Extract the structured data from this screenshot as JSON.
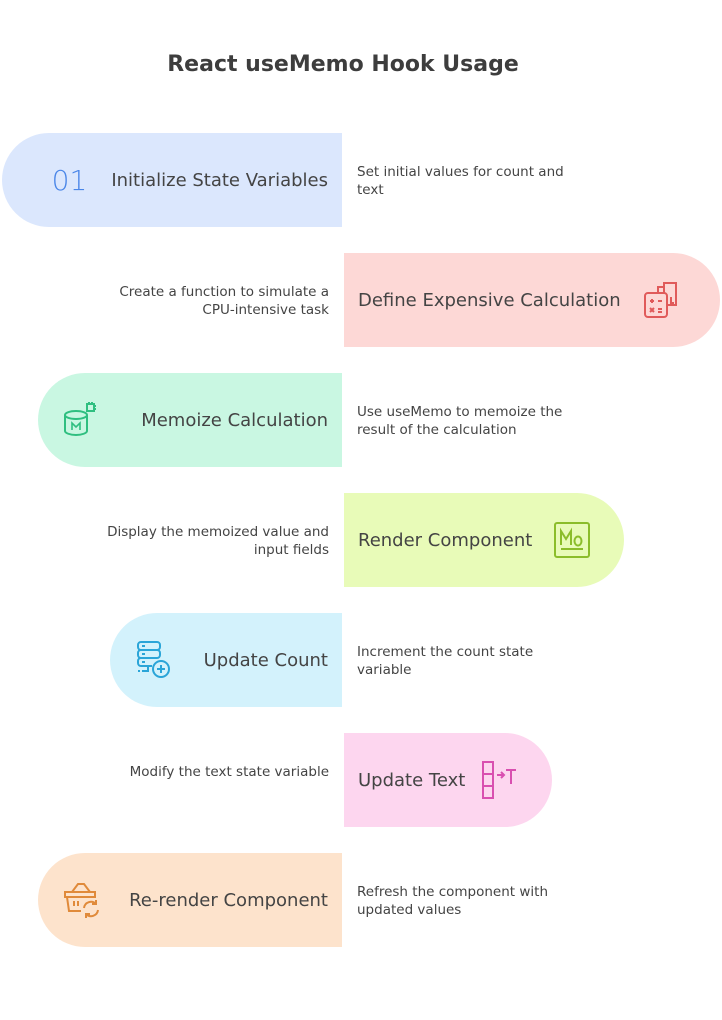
{
  "title": "React useMemo Hook Usage",
  "steps": [
    {
      "number": "01",
      "label": "Initialize State Variables",
      "description": "Set initial values for count and text",
      "icon": "number-01",
      "bg": "#dbe7fd",
      "accent": "#4a86e8"
    },
    {
      "label": "Define Expensive Calculation",
      "description": "Create a function to simulate a CPU-intensive task",
      "icon": "calculator-icon",
      "bg": "#fdd8d6",
      "accent": "#e05a5a"
    },
    {
      "label": "Memoize Calculation",
      "description": "Use useMemo to memoize the result of the calculation",
      "icon": "memory-chip-icon",
      "bg": "#c9f7e2",
      "accent": "#2fbf80"
    },
    {
      "label": "Render Component",
      "description": "Display the memoized value and input fields",
      "icon": "memo-display-icon",
      "bg": "#e8fbb8",
      "accent": "#8bbd2a"
    },
    {
      "label": "Update Count",
      "description": "Increment the count state variable",
      "icon": "database-add-icon",
      "bg": "#d3f2fc",
      "accent": "#2aa5d8"
    },
    {
      "label": "Update Text",
      "description": "Modify the text state variable",
      "icon": "text-input-icon",
      "bg": "#fdd6ef",
      "accent": "#d94fb0"
    },
    {
      "label": "Re-render Component",
      "description": "Refresh the component with updated values",
      "icon": "basket-refresh-icon",
      "bg": "#fde3cc",
      "accent": "#e08a3a"
    }
  ]
}
